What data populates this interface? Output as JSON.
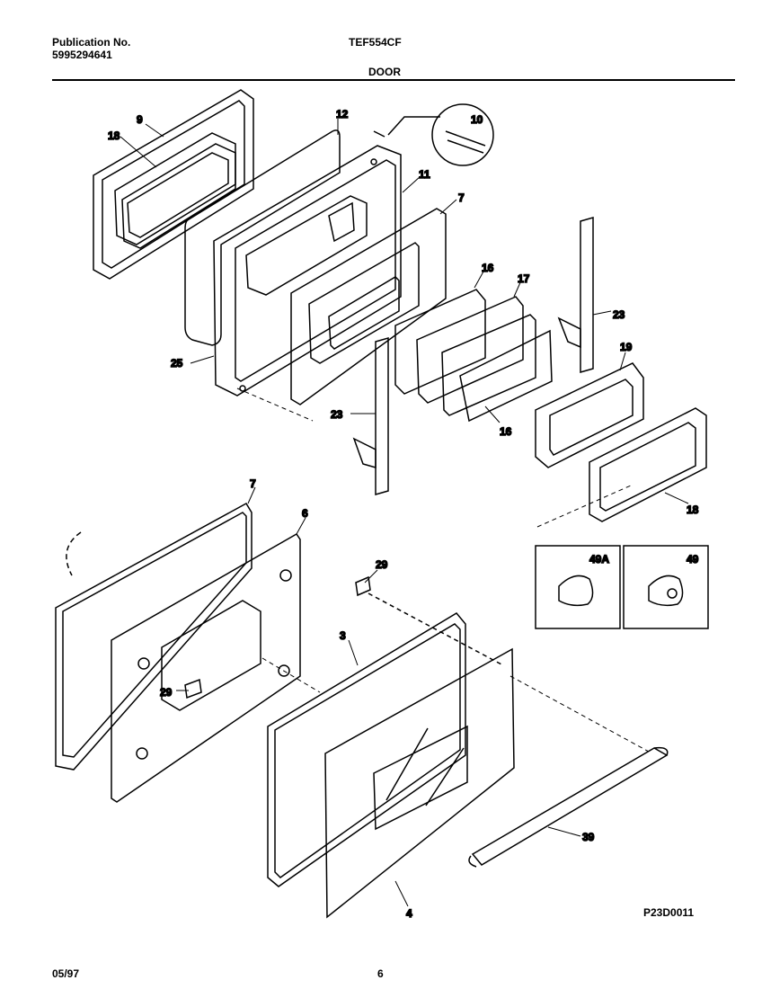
{
  "header": {
    "pub_label": "Publication No.",
    "pub_number": "5995294641",
    "model": "TEF554CF",
    "section": "DOOR"
  },
  "footer": {
    "date": "05/97",
    "page": "6",
    "diagram_code": "P23D0011"
  },
  "callouts": {
    "c9": "9",
    "c18a": "18",
    "c12": "12",
    "c10": "10",
    "c11": "11",
    "c7a": "7",
    "c16a": "16",
    "c17": "17",
    "c23a": "23",
    "c25": "25",
    "c23b": "23",
    "c16b": "16",
    "c19": "19",
    "c18b": "18",
    "c7b": "7",
    "c6": "6",
    "c29a": "29",
    "c49a": "49A",
    "c49": "49",
    "c3": "3",
    "c29b": "29",
    "c39": "39",
    "c4": "4"
  }
}
